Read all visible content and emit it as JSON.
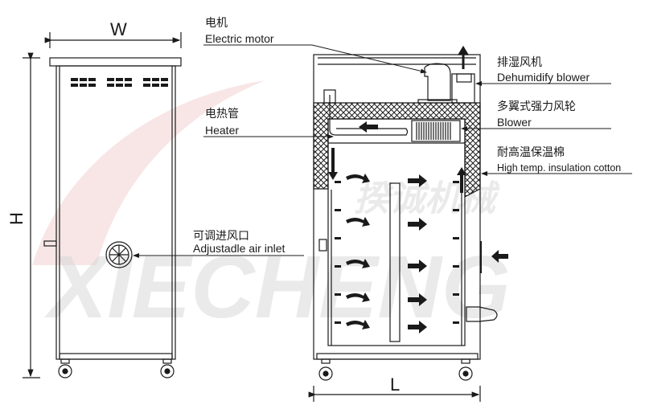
{
  "watermark": {
    "cn": "揆诚机械",
    "en": "XIECHENG",
    "accent_color": "#e8b7b7"
  },
  "dimensions": {
    "width": "W",
    "height": "H",
    "length": "L"
  },
  "labels": {
    "motor": {
      "cn": "电机",
      "en": "Electric motor"
    },
    "heater": {
      "cn": "电热管",
      "en": "Heater"
    },
    "air_inlet": {
      "cn": "可调进风口",
      "en": "Adjustadle air inlet"
    },
    "dehumidify": {
      "cn": "排湿风机",
      "en": "Dehumidify blower"
    },
    "blower": {
      "cn": "多翼式强力风轮",
      "en": "Blower"
    },
    "insulation": {
      "cn": "耐高温保温棉",
      "en": "High temp. insulation cotton"
    }
  },
  "colors": {
    "line": "#1a1a1a",
    "watermark": "#d9d9d9"
  }
}
